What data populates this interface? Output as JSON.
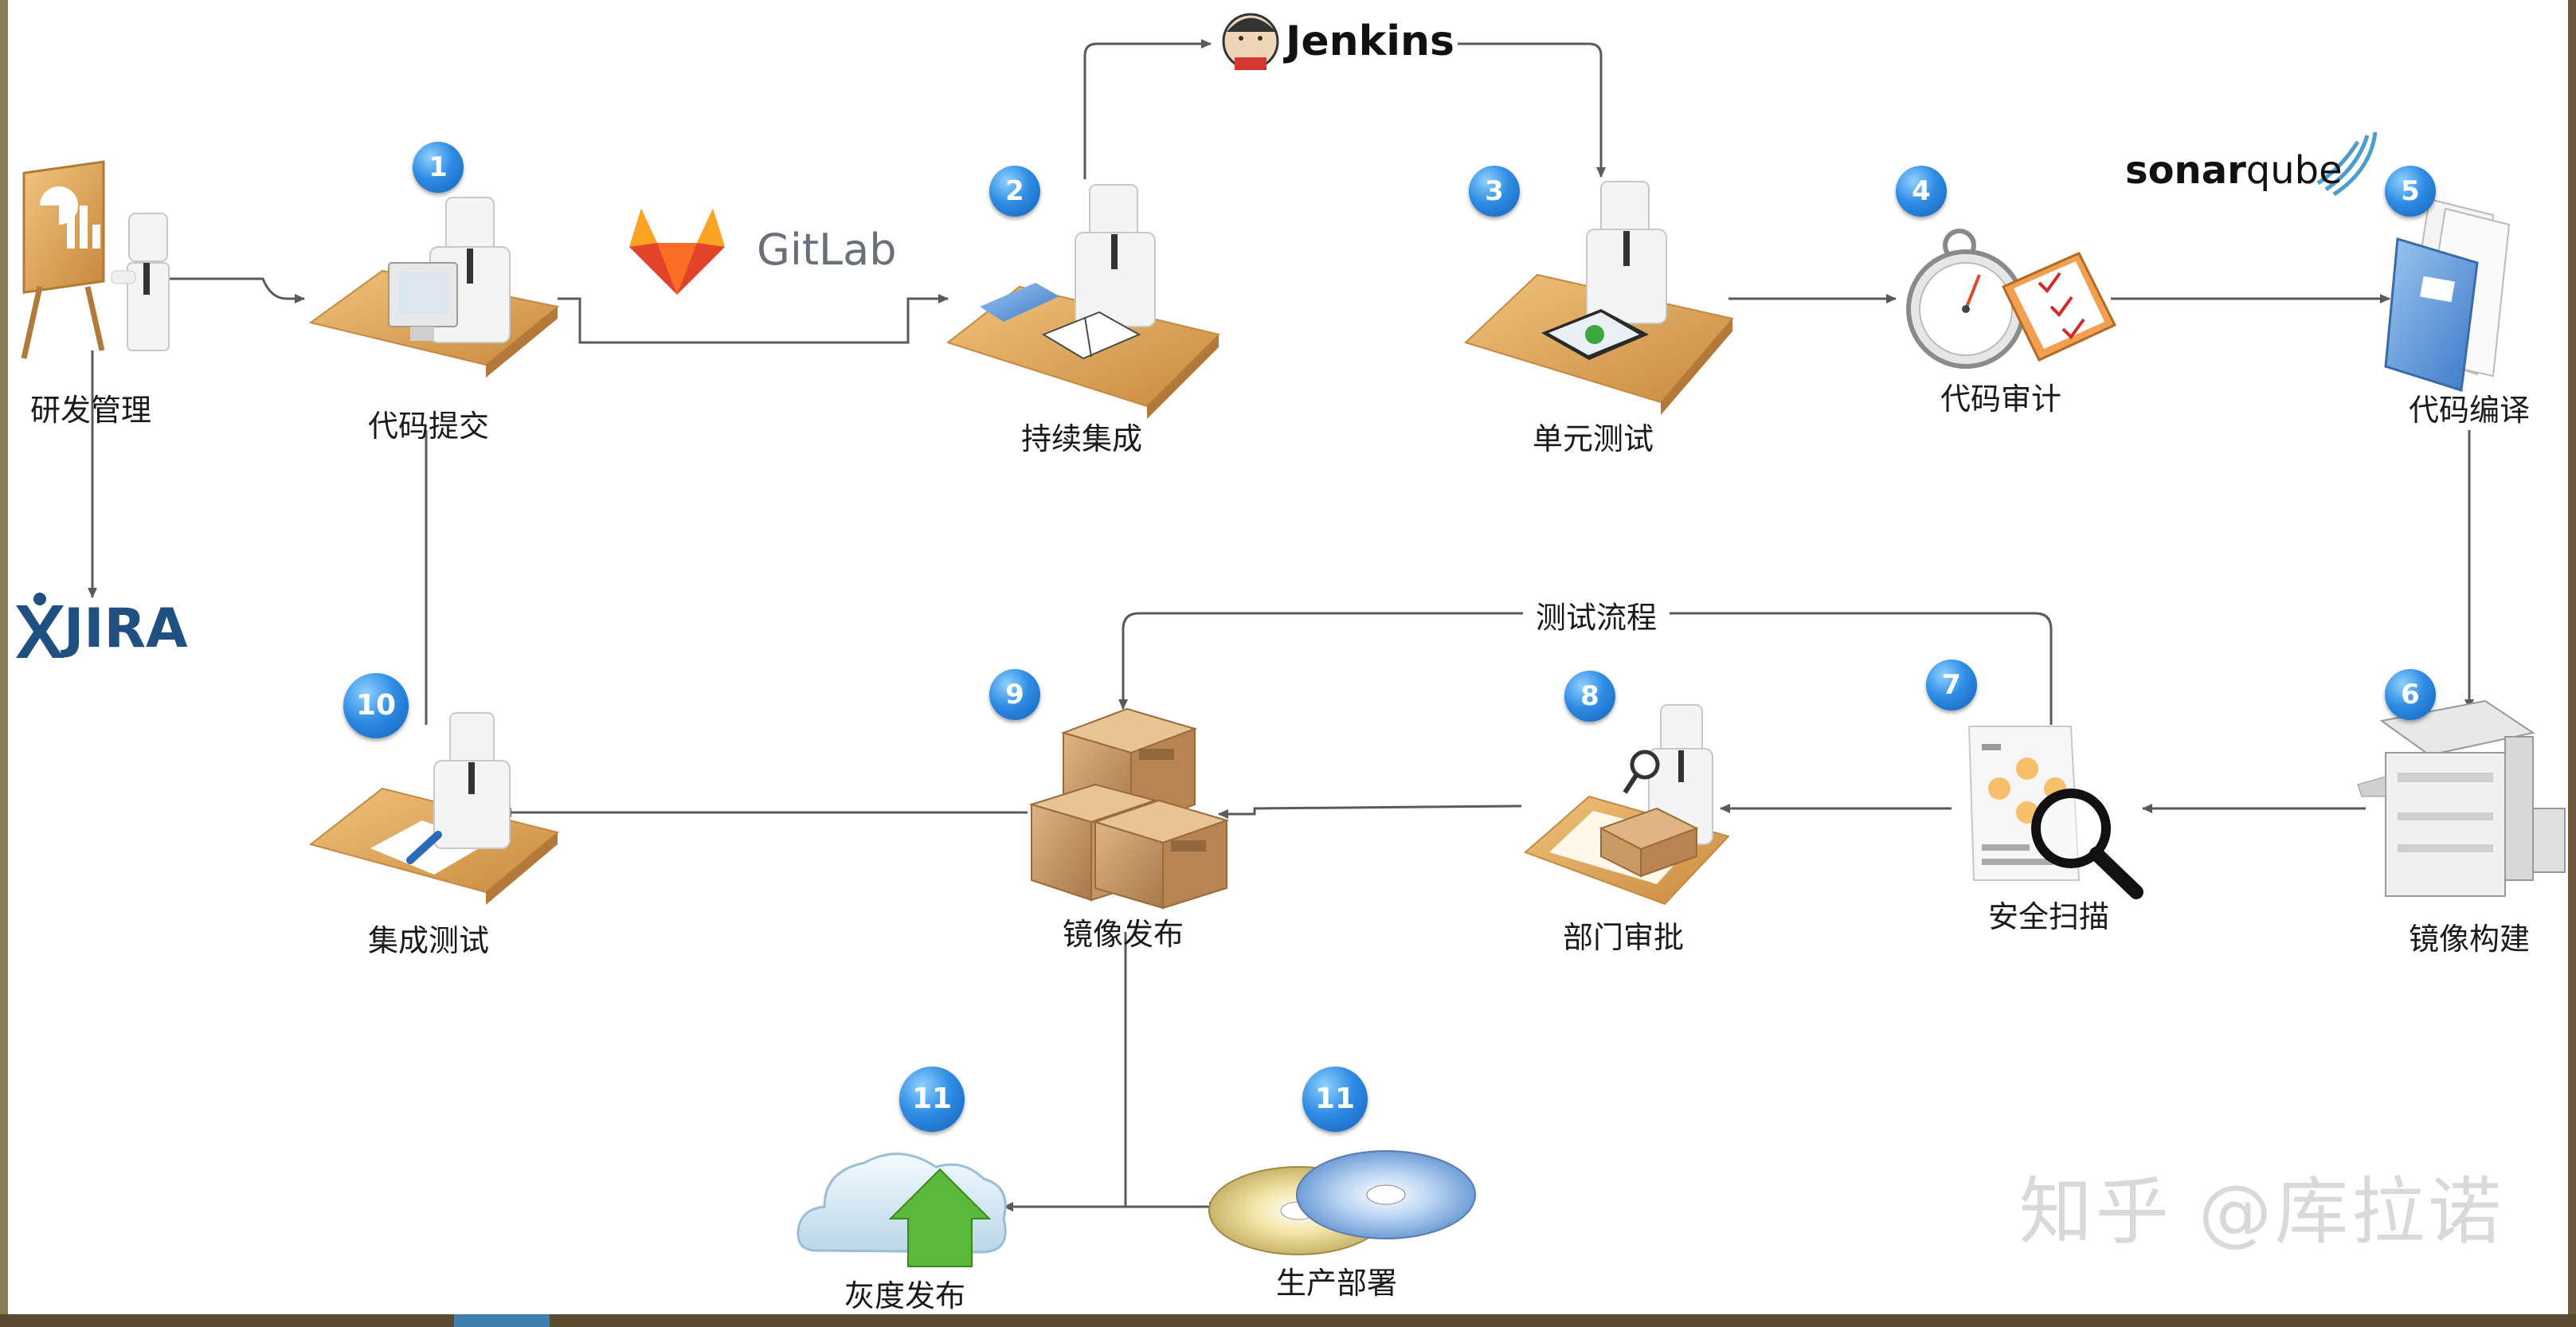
{
  "nodes": {
    "rd_management": "研发管理",
    "code_commit": "代码提交",
    "continuous_integration": "持续集成",
    "unit_test": "单元测试",
    "code_audit": "代码审计",
    "code_compile": "代码编译",
    "image_build": "镜像构建",
    "security_scan": "安全扫描",
    "dept_approval": "部门审批",
    "image_release": "镜像发布",
    "integration_test": "集成测试",
    "gray_release": "灰度发布",
    "production_deploy": "生产部署"
  },
  "badges": {
    "b1": "1",
    "b2": "2",
    "b3": "3",
    "b4": "4",
    "b5": "5",
    "b6": "6",
    "b7": "7",
    "b8": "8",
    "b9": "9",
    "b10": "10",
    "b11a": "11",
    "b11b": "11"
  },
  "brands": {
    "jenkins": "Jenkins",
    "gitlab": "GitLab",
    "sonar_a": "sonar",
    "sonar_b": "qube",
    "jira": "JIRA"
  },
  "flow_label": "测试流程",
  "watermark": "知乎 @库拉诺",
  "colors": {
    "desk": "#d9a05b",
    "badge": "#2f8de4",
    "arrow": "#5a5a5a",
    "gitlab": "#e24329",
    "jira": "#205081"
  }
}
